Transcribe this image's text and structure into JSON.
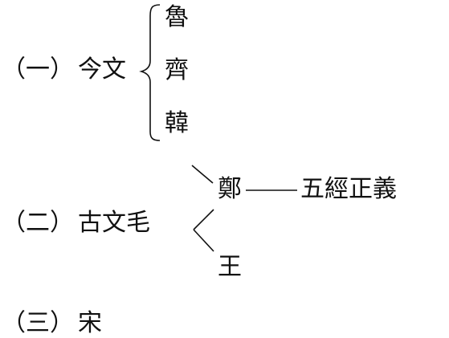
{
  "section_one": {
    "marker": "（一）",
    "label": "今文",
    "branches": [
      "魯",
      "齊",
      "韓"
    ]
  },
  "section_two": {
    "marker": "（二）",
    "label": "古文毛",
    "upper_branch": "鄭",
    "lower_branch": "王",
    "upper_target": "五經正義"
  },
  "section_three": {
    "marker": "（三）",
    "label": "宋"
  },
  "colors": {
    "ink": "#111111",
    "background": "#ffffff"
  }
}
